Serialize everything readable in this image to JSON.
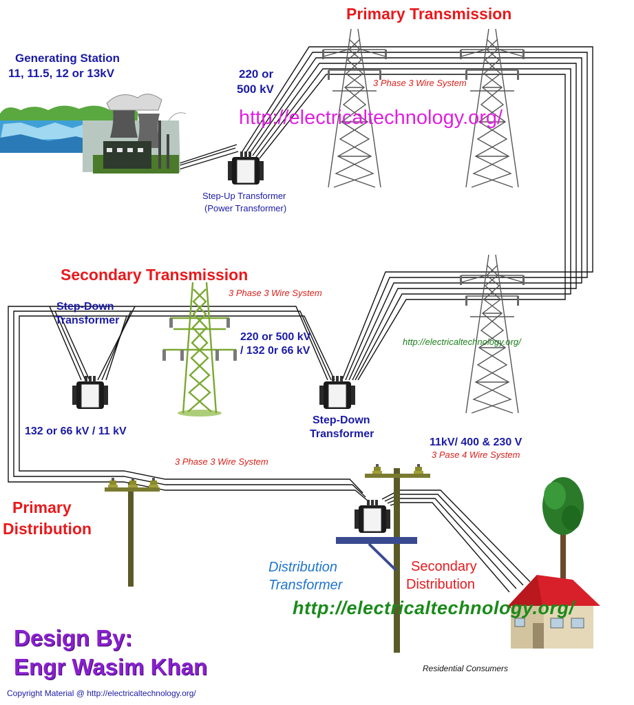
{
  "labels": {
    "primary_transmission": "Primary Transmission",
    "generating_station_line1": "Generating Station",
    "generating_station_line2": "11, 11.5, 12 or 13kV",
    "step_up_voltage_line1": "220 or",
    "step_up_voltage_line2": "500 kV",
    "primary_wire_system": "3 Phase 3 Wire System",
    "url_magenta": "http://electricaltechnology.org/",
    "step_up_transformer_line1": "Step-Up Transformer",
    "step_up_transformer_line2": "(Power Transformer)",
    "secondary_transmission": "Secondary Transmission",
    "secondary_wire_system": "3 Phase 3 Wire System",
    "step_down_left_line1": "Step-Down",
    "step_down_left_line2": "Transformer",
    "secondary_voltage_line1": "220 or 500 kV",
    "secondary_voltage_line2": "/ 132 0r 66 kV",
    "url_green_small": "http://electricaltechnology.org/",
    "step_down_right_line1": "Step-Down",
    "step_down_right_line2": "Transformer",
    "left_voltage": "132 or 66 kV / 11 kV",
    "distribution_voltage": "11kV/ 400 & 230 V",
    "distribution_wire_system": "3 Pase 4 Wire System",
    "primary_distribution_wire_system": "3 Phase 3 Wire System",
    "primary_distribution_line1": "Primary",
    "primary_distribution_line2": "Distribution",
    "distribution_transformer_line1": "Distribution",
    "distribution_transformer_line2": "Transformer",
    "secondary_distribution_line1": "Secondary",
    "secondary_distribution_line2": "Distribution",
    "url_green_large": "http://electricaltechnology.org/",
    "design_by": "Design By:",
    "designer_name": "Engr Wasim Khan",
    "residential_consumers": "Residential Consumers",
    "copyright": "Copyright Material @ http://electricaltechnology.org/"
  },
  "colors": {
    "title_red": "#e8191c",
    "label_blue": "#1a1aa6",
    "url_magenta": "#e020e0",
    "url_green": "#1a8a1a",
    "design_purple": "#8a1fd0",
    "tower_gray": "#555555",
    "green_tower": "#8ab840",
    "roof_red": "#d8202a"
  },
  "icons": [
    "generating-station-icon",
    "transformer-icon",
    "transmission-tower-icon",
    "utility-pole-icon",
    "tree-icon",
    "house-icon"
  ]
}
